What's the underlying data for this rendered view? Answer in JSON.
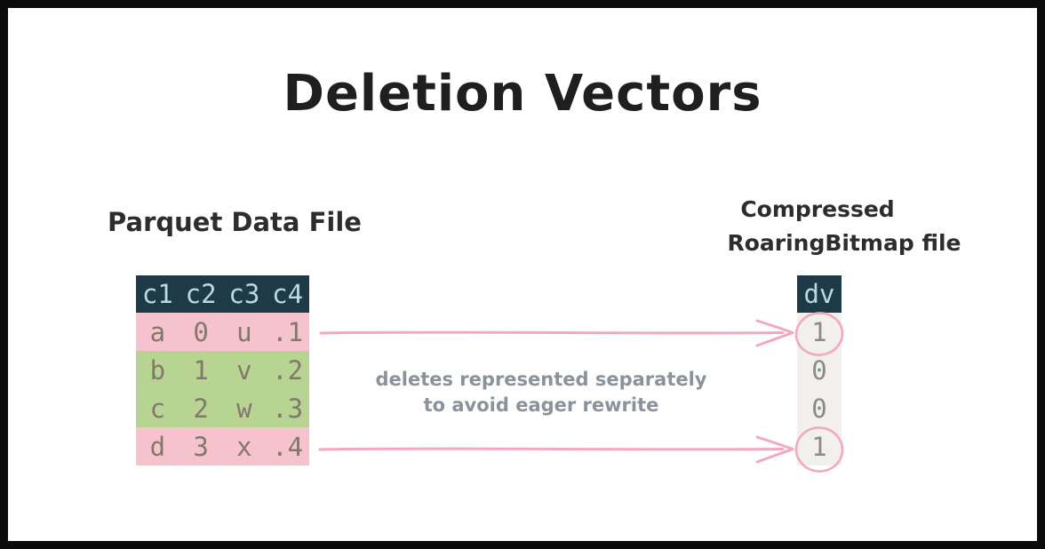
{
  "title": "Deletion Vectors",
  "left_label": "Parquet Data File",
  "right_label": {
    "line1": "Compressed",
    "line2": "RoaringBitmap file"
  },
  "annotation": {
    "line1": "deletes represented separately",
    "line2": "to avoid eager rewrite"
  },
  "parquet_table": {
    "headers": [
      "c1",
      "c2",
      "c3",
      "c4"
    ],
    "rows": [
      {
        "status": "deleted",
        "cells": [
          "a",
          "0",
          "u",
          ".1"
        ]
      },
      {
        "status": "kept",
        "cells": [
          "b",
          "1",
          "v",
          ".2"
        ]
      },
      {
        "status": "kept",
        "cells": [
          "c",
          "2",
          "w",
          ".3"
        ]
      },
      {
        "status": "deleted",
        "cells": [
          "d",
          "3",
          "x",
          ".4"
        ]
      }
    ]
  },
  "dv_column": {
    "header": "dv",
    "values": [
      "1",
      "0",
      "0",
      "1"
    ],
    "circled_indexes": [
      0,
      3
    ]
  },
  "icons": {
    "arrow_row_a": "pink-arrow-icon",
    "arrow_row_d": "pink-arrow-icon",
    "circle_dv_first": "pink-circle-highlight",
    "circle_dv_last": "pink-circle-highlight"
  },
  "colors": {
    "header_bg": "#1e3a47",
    "header_text": "#b5d9e6",
    "deleted_row_bg": "#f6c2cd",
    "kept_row_bg": "#b7d493",
    "cell_text": "#82796a",
    "dv_body_bg": "#f1f0ec",
    "dv_text": "#8b8b86",
    "accent_pink": "#f2a9c0",
    "annotation_text": "#8b929b",
    "ink": "#1f1f1f"
  }
}
